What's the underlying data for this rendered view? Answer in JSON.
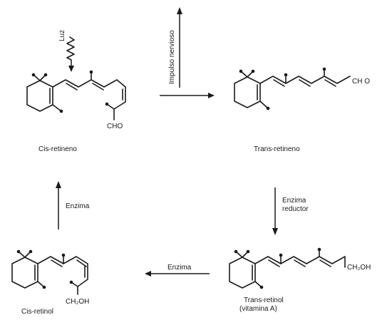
{
  "molecules": {
    "cis_retineno": {
      "label": "Cis-retineno",
      "group": "CHO"
    },
    "trans_retineno": {
      "label": "Trans-retineno",
      "group": "CH O"
    },
    "trans_retinol": {
      "label": "Trans-retinol",
      "sublabel": "(vitamina A)",
      "group": "CH₂OH"
    },
    "cis_retinol": {
      "label": "Cis-retinol",
      "group": "CH₂OH"
    }
  },
  "arrows": {
    "light": "Luz",
    "nerve_impulse": "Impulso nervioso",
    "reductase_line1": "Enzima",
    "reductase_line2": "reductor",
    "enzyme_bottom": "Enzima",
    "enzyme_left": "Enzima"
  }
}
